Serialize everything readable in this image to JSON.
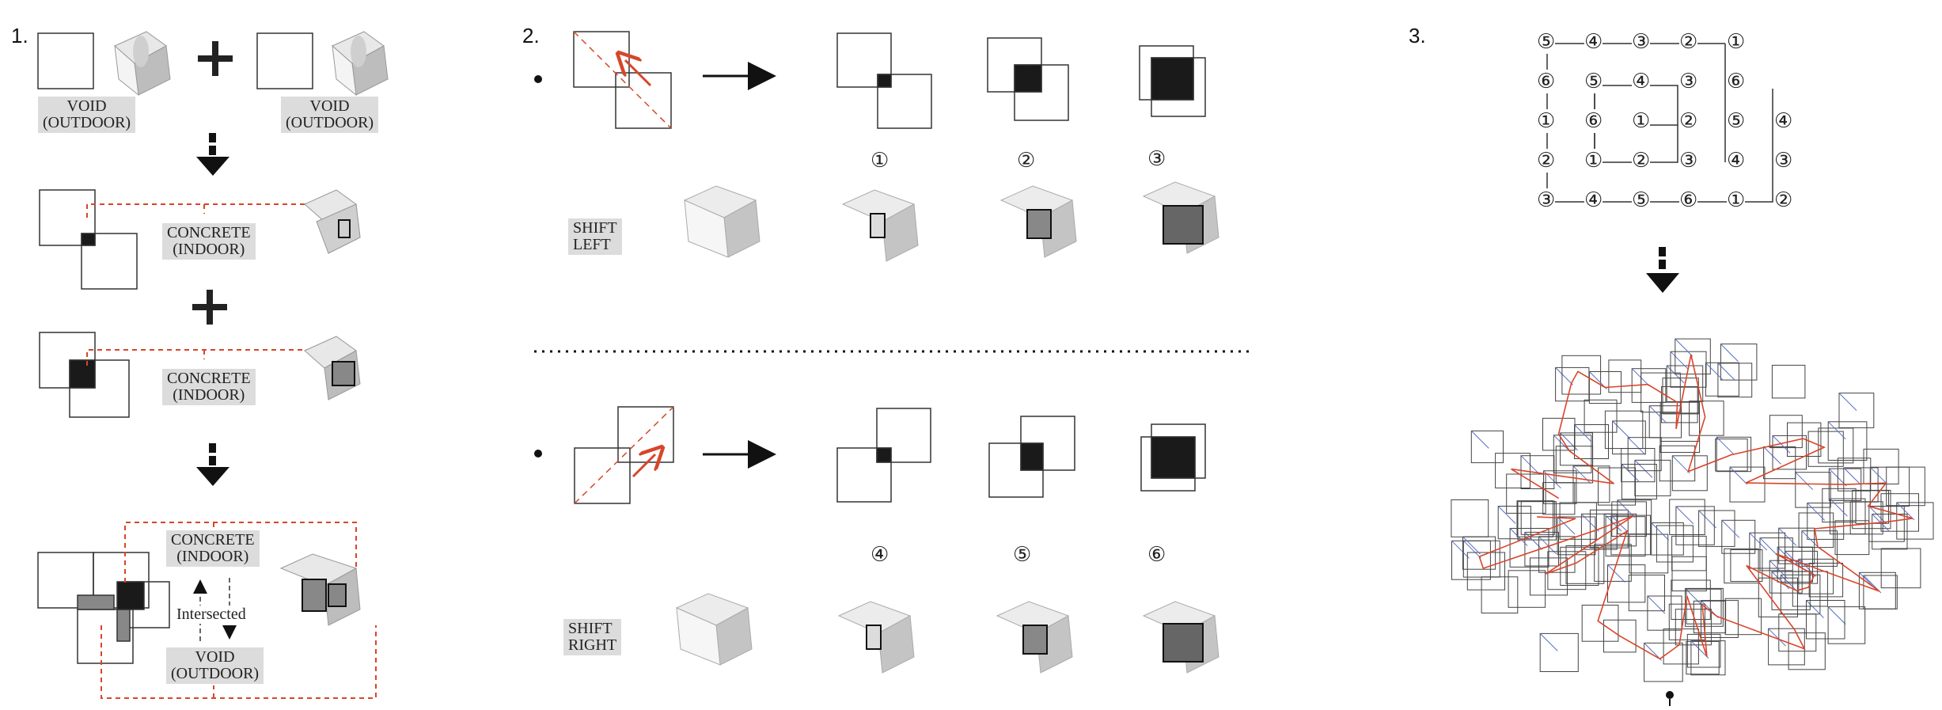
{
  "sections": [
    {
      "number": "1."
    },
    {
      "number": "2."
    },
    {
      "number": "3."
    }
  ],
  "labels": {
    "void": [
      "VOID",
      "(OUTDOOR)"
    ],
    "concrete": [
      "CONCRETE",
      "(INDOOR)"
    ],
    "shift_left": [
      "SHIFT",
      "LEFT"
    ],
    "shift_right": [
      "SHIFT",
      "RIGHT"
    ],
    "intersected": "Intersected"
  },
  "steps": [
    "①",
    "②",
    "③",
    "④",
    "⑤",
    "⑥"
  ],
  "sequence_grid": {
    "rows": [
      [
        "⑤",
        "④",
        "③",
        "②",
        "①",
        ""
      ],
      [
        "⑥",
        "⑤",
        "④",
        "③",
        "⑥",
        ""
      ],
      [
        "①",
        "⑥",
        "①",
        "②",
        "⑤",
        "④"
      ],
      [
        "②",
        "①",
        "②",
        "③",
        "④",
        "③"
      ],
      [
        "③",
        "④",
        "⑤",
        "⑥",
        "①",
        "②"
      ]
    ]
  },
  "colors": {
    "line": "#333333",
    "fill_dark": "#1a1a1a",
    "fill_mid": "#888888",
    "fill_light": "#dcdcdc",
    "accent_red": "#d8452a",
    "accent_blue": "#5a6fc2"
  }
}
